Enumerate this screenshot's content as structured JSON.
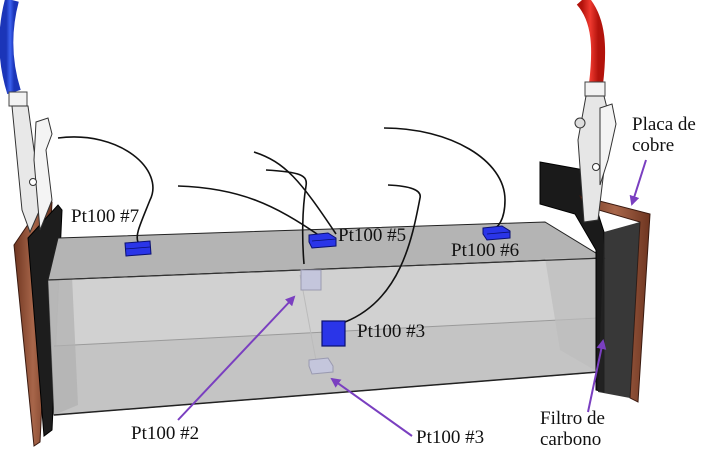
{
  "diagram": {
    "title": "",
    "components": {
      "left_clip_wire_color": "#2c4fd6",
      "right_clip_wire_color": "#e0241c",
      "copper_color": "#8a4a30",
      "carbon_filter_color": "#1a1a1a",
      "sensor_color": "#2a35e8",
      "arrow_color": "#7a3fc0",
      "box_color": "#c8c8c8"
    },
    "labels": {
      "pt7": "Pt100 #7",
      "pt5": "Pt100 #5",
      "pt6": "Pt100 #6",
      "pt3_inner": "Pt100 #3",
      "pt2": "Pt100 #2",
      "pt3_bottom": "Pt100 #3",
      "copper_plate_line1": "Placa de",
      "copper_plate_line2": "cobre",
      "carbon_filter_line1": "Filtro de",
      "carbon_filter_line2": "carbono"
    }
  }
}
